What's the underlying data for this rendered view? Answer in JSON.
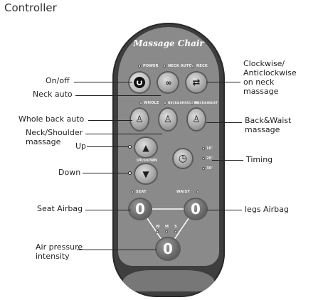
{
  "title": "Controller",
  "remote": {
    "brand": "Massage Chair",
    "labels": {
      "power": "POWER",
      "neck_auto": "NECK AUTO",
      "neck": "NECK",
      "whole": "WHOLE",
      "neck_shoulder": "NECK&SHOULDER",
      "back_waist": "BACK&WAIST",
      "up_down": "UP/DOWN",
      "seat": "SEAT",
      "waist": "WAIST",
      "w": "W",
      "m": "M",
      "s": "S",
      "t10": "10'",
      "t20": "20'",
      "t30": "30'"
    },
    "glyphs": {
      "airbag_seat": "0",
      "airbag_waist": "0",
      "air_pressure": "0"
    }
  },
  "callouts": {
    "on_off": "On/off",
    "neck_auto": "Neck auto",
    "whole_back_auto": "Whole back auto",
    "neck_shoulder_1": "Neck/Shoulder",
    "neck_shoulder_2": "massage",
    "up": "Up",
    "down": "Down",
    "seat_airbag": "Seat Airbag",
    "air_pressure_1": "Air pressure",
    "air_pressure_2": "intensity",
    "clockwise_1": "Clockwise/",
    "clockwise_2": "Anticlockwise",
    "clockwise_3": "on neck",
    "clockwise_4": "massage",
    "back_waist_1": "Back&Waist",
    "back_waist_2": "massage",
    "timing": "Timing",
    "legs_airbag": "legs Airbag"
  }
}
